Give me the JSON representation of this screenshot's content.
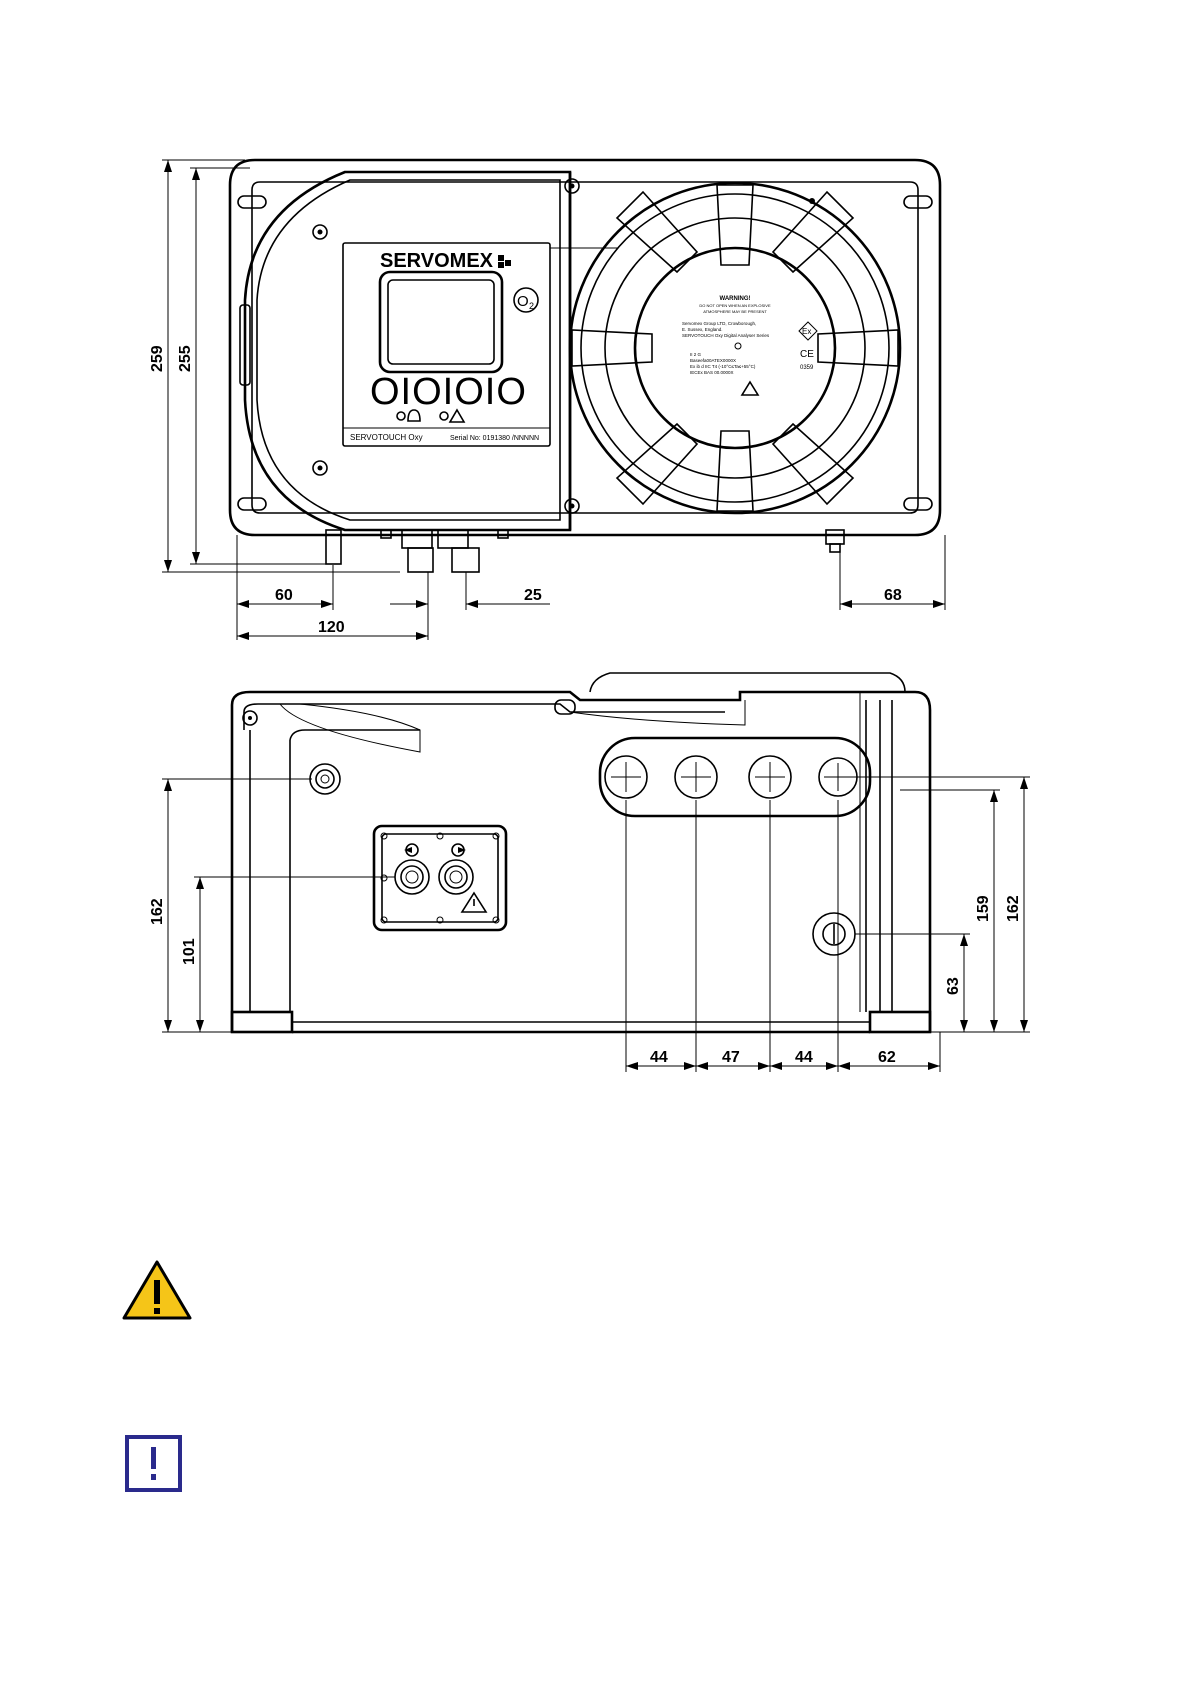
{
  "front_view": {
    "brand": "SERVOMEX",
    "o2_label": "O",
    "o2_subscript": "2",
    "led_row": "OIOIOIO",
    "model_label": "SERVOTOUCH Oxy",
    "serial_label": "Serial No: 0191380 /NNNNN",
    "dimensions": {
      "height_outer": "259",
      "height_inner": "255",
      "left_offset": "60",
      "left_span": "120",
      "gland_pitch": "25",
      "right_offset": "68"
    },
    "label_plate": {
      "warning_title": "WARNING!",
      "warning_line1": "DO NOT OPEN WHEN AN EXPLOSIVE",
      "warning_line2": "ATMOSPHERE MAY BE PRESENT",
      "maker_line1": "Servomex Group LTD, Crowborough,",
      "maker_line2": "E. Sussex, England.",
      "maker_line3": "SERVOTOUCH Oxy Digital Analyser Series",
      "cert_line1": "II 2 G",
      "cert_line2": "Baseefa00ATEX0000X",
      "cert_line3": "Ex ib d IIC T4 (-10°C≤Ta≤+55°C)",
      "cert_line4": "IECEx BAS 00.0000X",
      "ex_mark": "Ex",
      "ce_mark": "CE",
      "notified_body": "0359"
    }
  },
  "side_view": {
    "dimensions": {
      "left_height_outer": "162",
      "left_height_inner": "101",
      "pitch_1": "44",
      "pitch_2": "47",
      "pitch_3": "44",
      "right_offset": "62",
      "right_height_inner": "63",
      "right_height_mid": "159",
      "right_height_outer": "162"
    }
  },
  "notices": {
    "warning_icon_color": "#f5c518",
    "info_icon_color": "#2a2a8c"
  }
}
